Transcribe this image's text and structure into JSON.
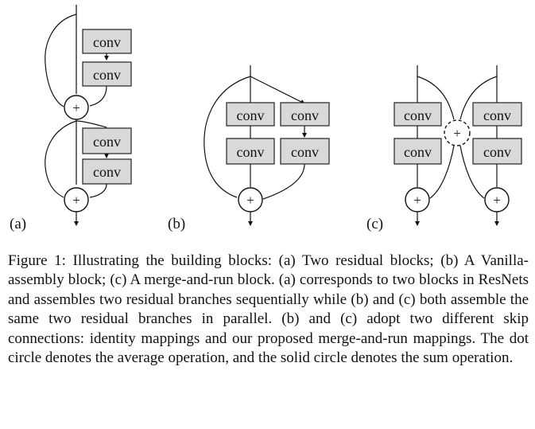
{
  "figure": {
    "block_label": "conv",
    "plus_symbol": "+",
    "panels": [
      {
        "label": "(a)"
      },
      {
        "label": "(b)"
      },
      {
        "label": "(c)"
      }
    ]
  },
  "caption": {
    "text": "Figure 1: Illustrating the building blocks: (a) Two residual blocks; (b) A Vanilla-assembly block; (c) A merge-and-run block. (a) corresponds to two blocks in ResNets and assembles two residual branches sequentially while (b) and (c) both assemble the same two residual branches in parallel. (b) and (c) adopt two different skip connections: identity mappings and our proposed merge-and-run mappings. The dot circle denotes the average operation, and the solid circle denotes the sum operation."
  }
}
